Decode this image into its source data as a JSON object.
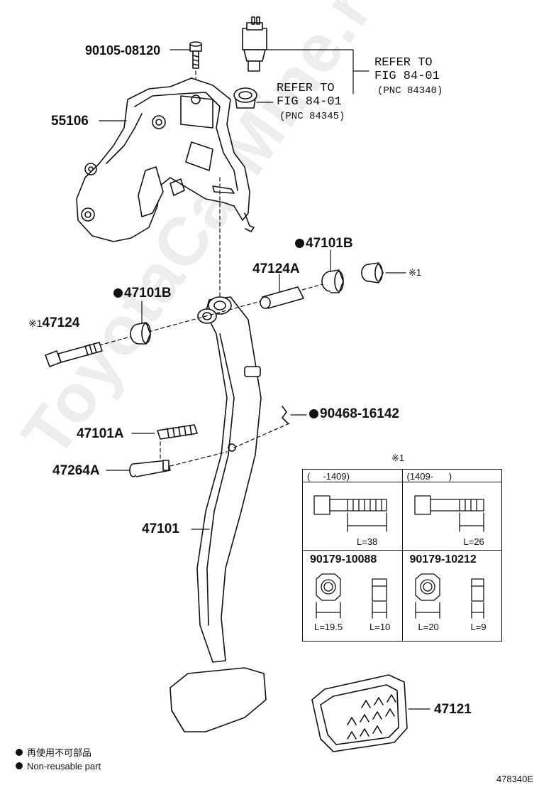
{
  "labels": {
    "bolt_top": "90105-08120",
    "bracket": "55106",
    "refer1_line1": "REFER TO",
    "refer1_line2": "FIG 84-01",
    "refer1_pnc": "(PNC 84340)",
    "refer2_line1": "REFER TO",
    "refer2_line2": "FIG 84-01",
    "refer2_pnc": "(PNC 84345)",
    "bushing_right": "47101B",
    "pin_collar": "47124A",
    "note_mark_nut": "※1",
    "bushing_left": "47101B",
    "bolt_main_mark": "※1",
    "bolt_main": "47124",
    "clip": "90468-16142",
    "spring": "47101A",
    "pin": "47264A",
    "pedal_arm": "47101",
    "pad": "47121"
  },
  "inset": {
    "title": "※1",
    "col1_header": "(     -1409)",
    "col2_header": "(1409-      )",
    "bolt1_length": "L=38",
    "bolt2_length": "L=26",
    "nut1_part": "90179-10088",
    "nut2_part": "90179-10212",
    "nut1_width": "L=19.5",
    "nut1_height": "L=10",
    "nut2_width": "L=20",
    "nut2_height": "L=9"
  },
  "legend": {
    "jp": "再使用不可部品",
    "en": "Non-reusable part"
  },
  "watermark": "ToyotaCarMine.ru",
  "diagram_code": "478340E"
}
